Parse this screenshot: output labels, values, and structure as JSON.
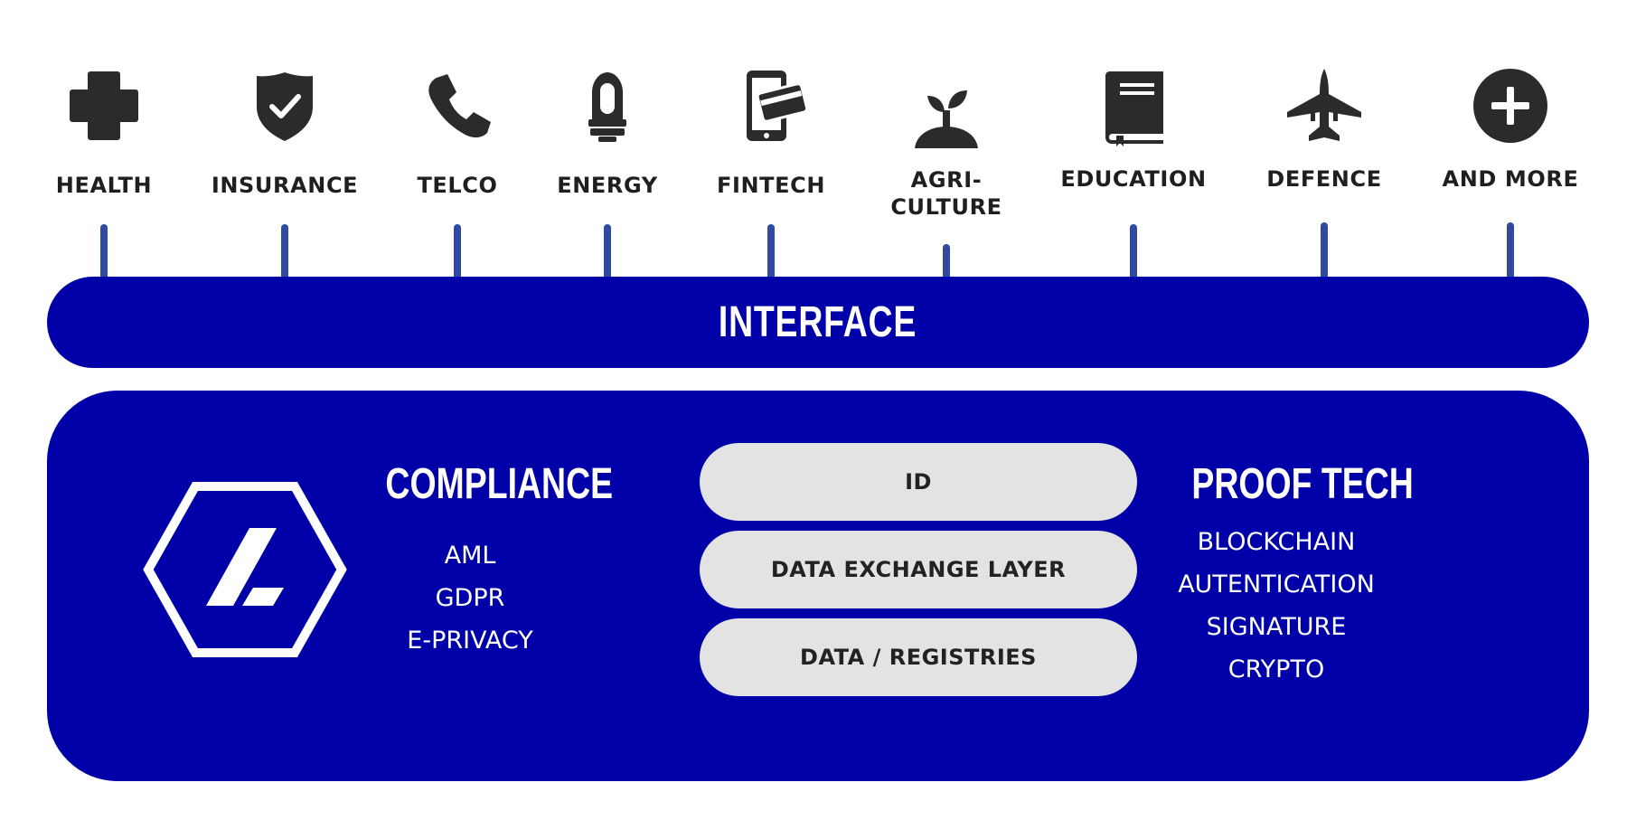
{
  "colors": {
    "platform_blue": "#0000a8",
    "stem_blue": "#2f4aa0",
    "icon_dark": "#2b2b2b",
    "pill_gray": "#e3e3e3"
  },
  "sectors": [
    {
      "label": "HEALTH",
      "icon": "medical-cross-icon"
    },
    {
      "label": "INSURANCE",
      "icon": "shield-check-icon"
    },
    {
      "label": "TELCO",
      "icon": "phone-icon"
    },
    {
      "label": "ENERGY",
      "icon": "light-bulb-icon"
    },
    {
      "label": "FINTECH",
      "icon": "mobile-payment-icon"
    },
    {
      "label": "AGRI-\nCULTURE",
      "icon": "sprout-icon"
    },
    {
      "label": "EDUCATION",
      "icon": "book-icon"
    },
    {
      "label": "DEFENCE",
      "icon": "fighter-jet-icon"
    },
    {
      "label": "AND MORE",
      "icon": "plus-circle-icon"
    }
  ],
  "interface": {
    "title": "INTERFACE"
  },
  "compliance": {
    "title": "COMPLIANCE",
    "items": [
      "AML",
      "GDPR",
      "E-PRIVACY"
    ]
  },
  "layers": [
    "ID",
    "DATA EXCHANGE LAYER",
    "DATA / REGISTRIES"
  ],
  "proof_tech": {
    "title": "PROOF TECH",
    "items": [
      "BLOCKCHAIN",
      "AUTENTICATION",
      "SIGNATURE",
      "CRYPTO"
    ]
  },
  "logo": {
    "icon": "hexagon-logo-icon"
  }
}
